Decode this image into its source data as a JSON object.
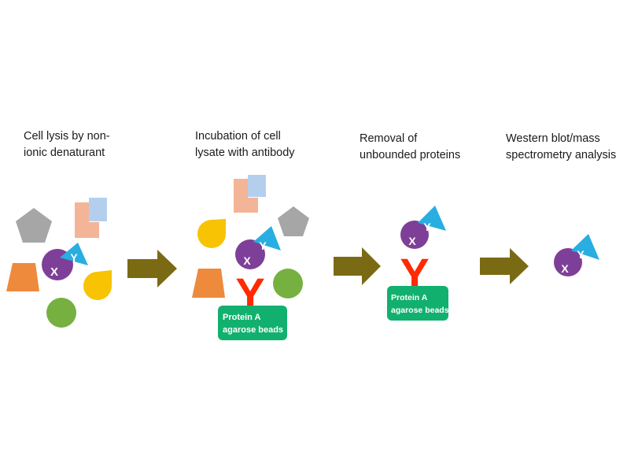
{
  "steps": [
    {
      "title": "Cell lysis by non-\nionic denaturant"
    },
    {
      "title": "Incubation of cell\nlysate with antibody"
    },
    {
      "title": "Removal of\nunbounded proteins"
    },
    {
      "title": "Western blot/mass\nspectrometry analysis"
    }
  ],
  "labels": {
    "protein_x": "X",
    "protein_y": "Y",
    "antibody": "Y",
    "beads_line1": "Protein A",
    "beads_line2": "agarose beads"
  },
  "colors": {
    "pentagon": "#a6a6a6",
    "l_shape": "#f4b497",
    "blue_square": "#b4cfee",
    "trapezoid": "#ee8a3c",
    "purple_x": "#7e3f98",
    "cyan_y": "#29aee1",
    "yellow_drop": "#f7c302",
    "green_circle": "#76b041",
    "antibody": "#ff2a00",
    "beads": "#12b06e",
    "arrow": "#7b6a14"
  }
}
